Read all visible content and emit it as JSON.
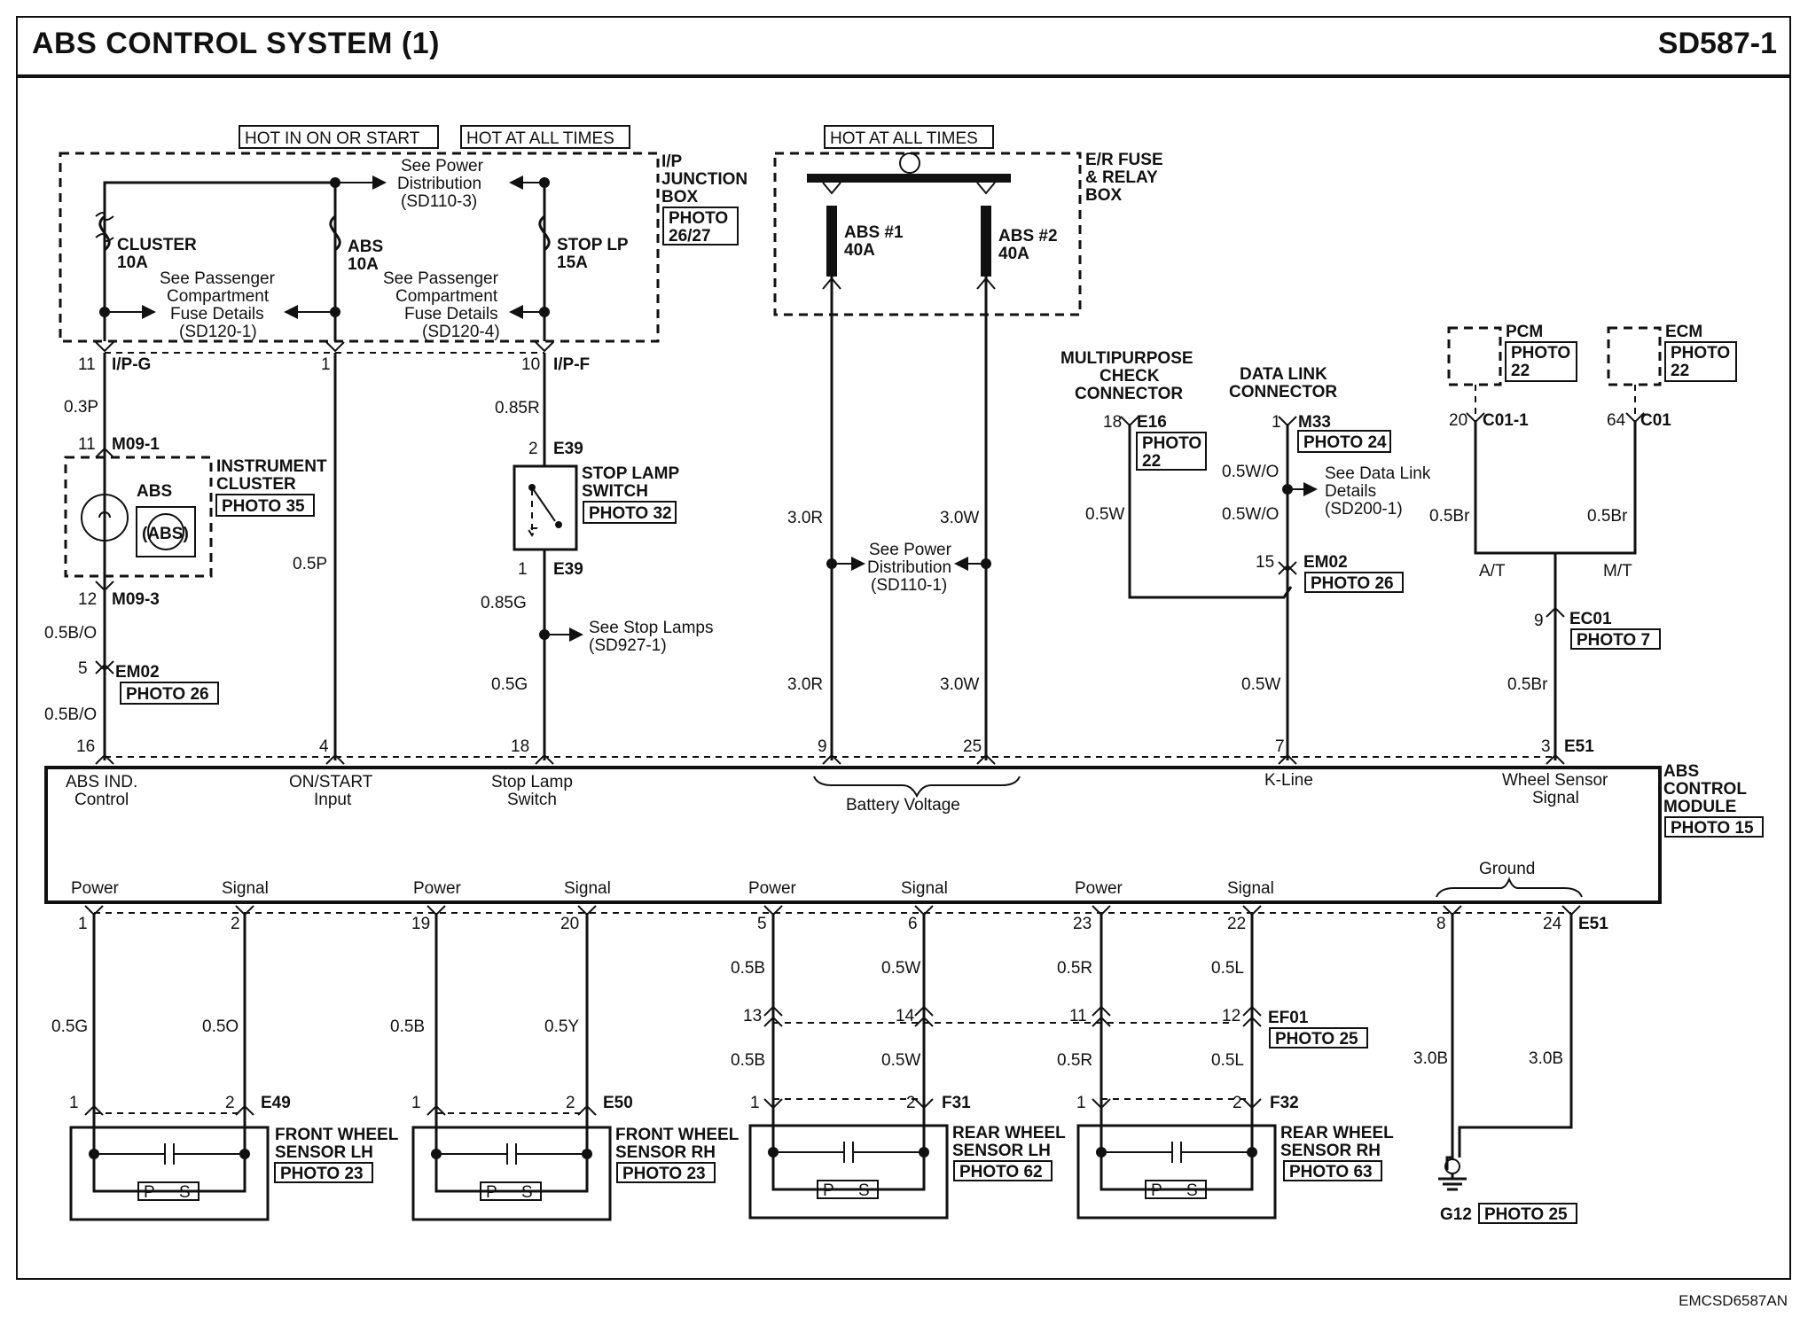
{
  "header": {
    "title": "ABS CONTROL SYSTEM (1)",
    "code": "SD587-1"
  },
  "footer": {
    "code": "EMCSD6587AN"
  },
  "power": {
    "hot_in_on_or_start": "HOT IN ON OR START",
    "hot_at_all_times": "HOT AT ALL TIMES",
    "hot_at_all_times_2": "HOT AT ALL TIMES"
  },
  "ip_box": {
    "l1": "I/P",
    "l2": "JUNCTION",
    "l3": "BOX",
    "photo_l1": "PHOTO",
    "photo_l2": "26/27"
  },
  "er_box": {
    "l1": "E/R FUSE",
    "l2": "& RELAY",
    "l3": "BOX"
  },
  "fuses": {
    "cluster_name": "CLUSTER",
    "cluster_rating": "10A",
    "abs_name": "ABS",
    "abs_rating": "10A",
    "stop_name": "STOP LP",
    "stop_rating": "15A",
    "abs1_name": "ABS #1",
    "abs1_rating": "40A",
    "abs2_name": "ABS #2",
    "abs2_rating": "40A"
  },
  "refs": {
    "power_dist_1": "See Power",
    "power_dist_2": "Distribution",
    "power_dist_3": "(SD110-3)",
    "pass1_1": "See Passenger",
    "pass1_2": "Compartment",
    "pass1_3": "Fuse Details",
    "pass1_4": "(SD120-1)",
    "pass2_1": "See Passenger",
    "pass2_2": "Compartment",
    "pass2_3": "Fuse Details",
    "pass2_4": "(SD120-4)",
    "power_dist2_1": "See Power",
    "power_dist2_2": "Distribution",
    "power_dist2_3": "(SD110-1)",
    "stop_lamps_1": "See Stop Lamps",
    "stop_lamps_2": "(SD927-1)",
    "datalink_1": "See Data Link",
    "datalink_2": "Details",
    "datalink_3": "(SD200-1)"
  },
  "connectors": {
    "ipg_pin": "11",
    "ipg": "I/P-G",
    "ip_pin1": "1",
    "ipf_pin": "10",
    "ipf": "I/P-F",
    "m091_pin": "11",
    "m091": "M09-1",
    "m093_pin": "12",
    "m093": "M09-3",
    "em02_pin": "5",
    "em02": "EM02",
    "e39a_pin": "2",
    "e39a": "E39",
    "e39b_pin": "1",
    "e39b": "E39",
    "e16_pin": "18",
    "e16": "E16",
    "m33_pin": "1",
    "m33": "M33",
    "em02b_pin": "15",
    "em02b": "EM02",
    "c011_pin": "20",
    "c011": "C01-1",
    "c01_pin": "64",
    "c01": "C01",
    "ec01_pin": "9",
    "ec01": "EC01"
  },
  "wires": {
    "w03p": "0.3P",
    "w05bo1": "0.5B/O",
    "w05bo2": "0.5B/O",
    "w05p": "0.5P",
    "w085r": "0.85R",
    "w085g": "0.85G",
    "w05g": "0.5G",
    "w30r1": "3.0R",
    "w30w1": "3.0W",
    "w30r2": "3.0R",
    "w30w2": "3.0W",
    "w05w_mcc": "0.5W",
    "w05wo1": "0.5W/O",
    "w05wo2": "0.5W/O",
    "w05w_k": "0.5W",
    "w05br1": "0.5Br",
    "w05br2": "0.5Br",
    "w05br3": "0.5Br",
    "at": "A/T",
    "mt": "M/T"
  },
  "components": {
    "cluster_1": "INSTRUMENT",
    "cluster_2": "CLUSTER",
    "cluster_photo": "PHOTO 35",
    "cluster_abs": "ABS",
    "cluster_abs_lamp": "(ABS)",
    "sls_1": "STOP LAMP",
    "sls_2": "SWITCH",
    "sls_photo": "PHOTO 32",
    "mcc_1": "MULTIPURPOSE",
    "mcc_2": "CHECK",
    "mcc_3": "CONNECTOR",
    "dlc_1": "DATA LINK",
    "dlc_2": "CONNECTOR",
    "pcm": "PCM",
    "ecm": "ECM"
  },
  "photos": {
    "p22a_1": "PHOTO",
    "p22a_2": "22",
    "p24": "PHOTO 24",
    "p26a": "PHOTO 26",
    "p26b": "PHOTO 26",
    "pcm_1": "PHOTO",
    "pcm_2": "22",
    "ecm_1": "PHOTO",
    "ecm_2": "22",
    "p7": "PHOTO 7"
  },
  "module": {
    "name_1": "ABS",
    "name_2": "CONTROL",
    "name_3": "MODULE",
    "photo": "PHOTO 15",
    "top_pins": {
      "p16": "16",
      "p4": "4",
      "p18": "18",
      "p9": "9",
      "p25": "25",
      "p7": "7",
      "p3": "3",
      "e51": "E51"
    },
    "top_labels": {
      "abs_ind_1": "ABS IND.",
      "abs_ind_2": "Control",
      "onstart_1": "ON/START",
      "onstart_2": "Input",
      "stoplamp_1": "Stop Lamp",
      "stoplamp_2": "Switch",
      "battery": "Battery Voltage",
      "kline": "K-Line",
      "wss_1": "Wheel Sensor",
      "wss_2": "Signal"
    },
    "bottom_labels": {
      "power1": "Power",
      "signal1": "Signal",
      "power2": "Power",
      "signal2": "Signal",
      "power3": "Power",
      "signal3": "Signal",
      "power4": "Power",
      "signal4": "Signal",
      "ground": "Ground"
    },
    "bottom_pins": {
      "b1": "1",
      "b2": "2",
      "b19": "19",
      "b20": "20",
      "b5": "5",
      "b6": "6",
      "b23": "23",
      "b22": "22",
      "b8": "8",
      "b24": "24",
      "e51": "E51"
    }
  },
  "sensors": {
    "flh": {
      "w1": "0.5G",
      "w2": "0.5O",
      "pin1": "1",
      "pin2": "2",
      "conn": "E49",
      "name_1": "FRONT WHEEL",
      "name_2": "SENSOR LH",
      "photo": "PHOTO 23",
      "p": "P",
      "s": "S"
    },
    "frh": {
      "w1": "0.5B",
      "w2": "0.5Y",
      "pin1": "1",
      "pin2": "2",
      "conn": "E50",
      "name_1": "FRONT WHEEL",
      "name_2": "SENSOR RH",
      "photo": "PHOTO 23",
      "p": "P",
      "s": "S"
    },
    "rlh": {
      "wa": "0.5B",
      "wb": "0.5W",
      "w1": "0.5B",
      "w2": "0.5W",
      "mpin1": "13",
      "mpin2": "14",
      "pin1": "1",
      "pin2": "2",
      "conn": "F31",
      "name_1": "REAR WHEEL",
      "name_2": "SENSOR LH",
      "photo": "PHOTO 62",
      "p": "P",
      "s": "S"
    },
    "rrh": {
      "wa": "0.5R",
      "wb": "0.5L",
      "w1": "0.5R",
      "w2": "0.5L",
      "mpin1": "11",
      "mpin2": "12",
      "pin1": "1",
      "pin2": "2",
      "conn": "F32",
      "name_1": "REAR WHEEL",
      "name_2": "SENSOR RH",
      "photo": "PHOTO 63",
      "p": "P",
      "s": "S"
    },
    "ef01": "EF01",
    "ef01_photo": "PHOTO 25"
  },
  "ground": {
    "w1": "3.0B",
    "w2": "3.0B",
    "label": "G12",
    "photo": "PHOTO 25"
  }
}
